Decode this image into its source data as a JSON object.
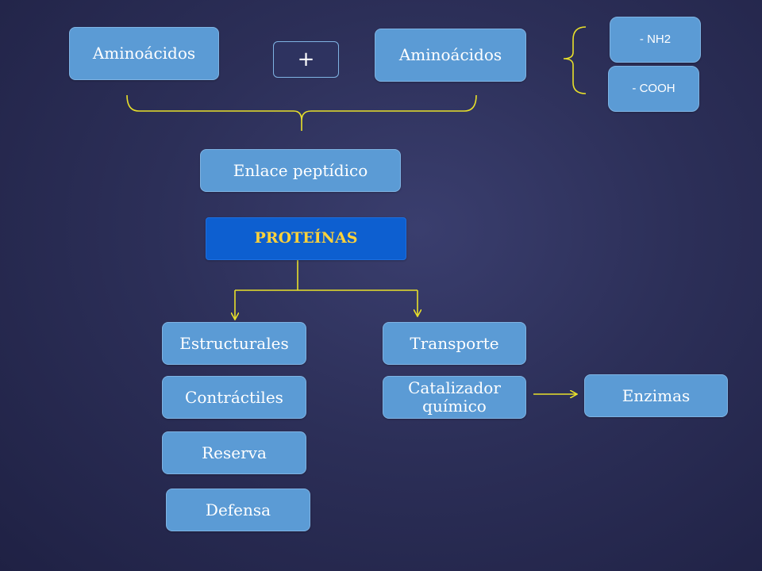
{
  "diagram": {
    "top": {
      "amino_left": "Aminoácidos",
      "plus": "+",
      "amino_right": "Aminoácidos",
      "group_nh2": "- NH2",
      "group_cooh": "- COOH"
    },
    "bond": "Enlace peptídico",
    "root": "PROTEÍNAS",
    "functions": {
      "estructurales": "Estructurales",
      "contractiles": "Contráctiles",
      "reserva": "Reserva",
      "defensa": "Defensa",
      "transporte": "Transporte",
      "catalizador": "Catalizador químico",
      "enzimas": "Enzimas"
    },
    "colors": {
      "box": "#5b9bd5",
      "root_box": "#0d5fd0",
      "root_text": "#ffd23a",
      "connector": "#e8e02a",
      "background": "#2c2f58"
    }
  }
}
